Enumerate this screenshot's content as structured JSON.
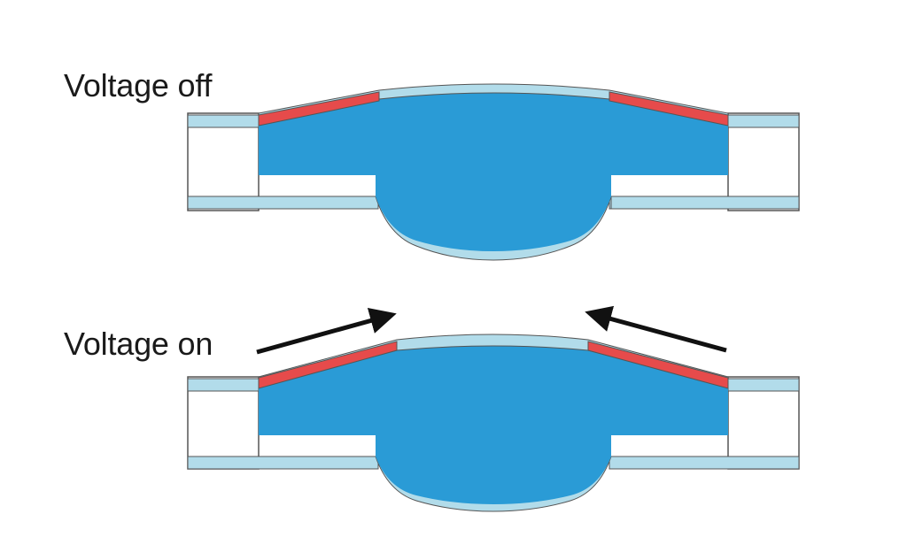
{
  "labels": {
    "voltage_off": "Voltage off",
    "voltage_on": "Voltage on"
  },
  "colors": {
    "fluid": "#2a9bd6",
    "membrane": "#b2dcea",
    "actuator": "#e64b4b",
    "outline": "#555555",
    "arrow": "#111111",
    "background": "#ffffff"
  },
  "states": [
    {
      "label_key": "voltage_off",
      "arrows_shown": false
    },
    {
      "label_key": "voltage_on",
      "arrows_shown": true
    }
  ]
}
